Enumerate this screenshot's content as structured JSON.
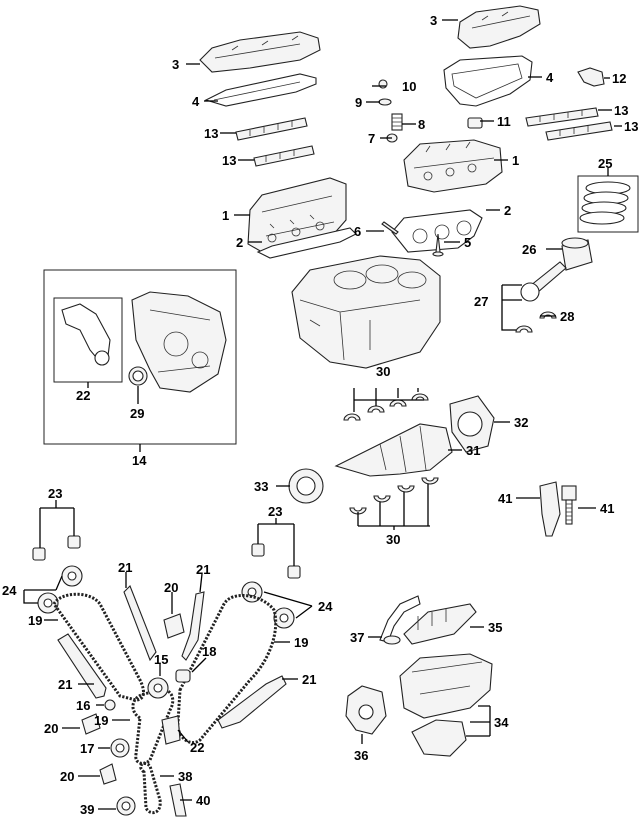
{
  "callouts": [
    {
      "id": "c1a",
      "label": "1"
    },
    {
      "id": "c1b",
      "label": "1"
    },
    {
      "id": "c2a",
      "label": "2"
    },
    {
      "id": "c2b",
      "label": "2"
    },
    {
      "id": "c3a",
      "label": "3"
    },
    {
      "id": "c3b",
      "label": "3"
    },
    {
      "id": "c4a",
      "label": "4"
    },
    {
      "id": "c4b",
      "label": "4"
    },
    {
      "id": "c5",
      "label": "5"
    },
    {
      "id": "c6",
      "label": "6"
    },
    {
      "id": "c7",
      "label": "7"
    },
    {
      "id": "c8",
      "label": "8"
    },
    {
      "id": "c9",
      "label": "9"
    },
    {
      "id": "c10",
      "label": "10"
    },
    {
      "id": "c11",
      "label": "11"
    },
    {
      "id": "c12",
      "label": "12"
    },
    {
      "id": "c13a",
      "label": "13"
    },
    {
      "id": "c13b",
      "label": "13"
    },
    {
      "id": "c13c",
      "label": "13"
    },
    {
      "id": "c13d",
      "label": "13"
    },
    {
      "id": "c14",
      "label": "14"
    },
    {
      "id": "c15",
      "label": "15"
    },
    {
      "id": "c16",
      "label": "16"
    },
    {
      "id": "c17",
      "label": "17"
    },
    {
      "id": "c18",
      "label": "18"
    },
    {
      "id": "c19a",
      "label": "19"
    },
    {
      "id": "c19b",
      "label": "19"
    },
    {
      "id": "c19c",
      "label": "19"
    },
    {
      "id": "c20a",
      "label": "20"
    },
    {
      "id": "c20b",
      "label": "20"
    },
    {
      "id": "c20c",
      "label": "20"
    },
    {
      "id": "c21a",
      "label": "21"
    },
    {
      "id": "c21b",
      "label": "21"
    },
    {
      "id": "c21c",
      "label": "21"
    },
    {
      "id": "c21d",
      "label": "21"
    },
    {
      "id": "c22a",
      "label": "22"
    },
    {
      "id": "c22b",
      "label": "22"
    },
    {
      "id": "c23a",
      "label": "23"
    },
    {
      "id": "c23b",
      "label": "23"
    },
    {
      "id": "c24a",
      "label": "24"
    },
    {
      "id": "c24b",
      "label": "24"
    },
    {
      "id": "c25",
      "label": "25"
    },
    {
      "id": "c26",
      "label": "26"
    },
    {
      "id": "c27",
      "label": "27"
    },
    {
      "id": "c28",
      "label": "28"
    },
    {
      "id": "c29",
      "label": "29"
    },
    {
      "id": "c30a",
      "label": "30"
    },
    {
      "id": "c30b",
      "label": "30"
    },
    {
      "id": "c31",
      "label": "31"
    },
    {
      "id": "c32",
      "label": "32"
    },
    {
      "id": "c33",
      "label": "33"
    },
    {
      "id": "c34",
      "label": "34"
    },
    {
      "id": "c35",
      "label": "35"
    },
    {
      "id": "c36",
      "label": "36"
    },
    {
      "id": "c37",
      "label": "37"
    },
    {
      "id": "c38",
      "label": "38"
    },
    {
      "id": "c39",
      "label": "39"
    },
    {
      "id": "c40",
      "label": "40"
    },
    {
      "id": "c41a",
      "label": "41"
    },
    {
      "id": "c41b",
      "label": "41"
    }
  ]
}
